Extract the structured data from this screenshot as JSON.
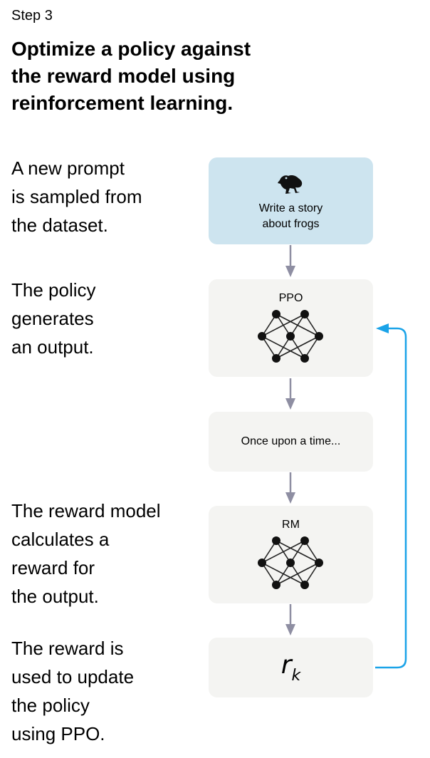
{
  "step_label": "Step 3",
  "title_lines": [
    "Optimize a policy against",
    "the reward model using",
    "reinforcement learning."
  ],
  "descriptions": [
    {
      "lines": [
        "A new prompt",
        "is sampled from",
        "the dataset."
      ]
    },
    {
      "lines": [
        "The policy",
        "generates",
        "an output."
      ]
    },
    {
      "lines": [
        "The reward model",
        "calculates a",
        "reward for",
        "the output."
      ]
    },
    {
      "lines": [
        "The reward is",
        "used to update",
        "the policy",
        "using PPO."
      ]
    }
  ],
  "boxes": {
    "prompt": {
      "icon": "frog-icon",
      "lines": [
        "Write a story",
        "about frogs"
      ]
    },
    "policy": {
      "label": "PPO",
      "icon": "neural-network-icon"
    },
    "output": {
      "label": "Once upon a time..."
    },
    "reward_model": {
      "label": "RM",
      "icon": "neural-network-icon"
    },
    "reward": {
      "symbol": "r",
      "subscript": "k"
    }
  },
  "colors": {
    "prompt_box": "#cde4ef",
    "box": "#f4f4f2",
    "arrow": "#8e8ea2",
    "feedback_arrow": "#1aa3e8"
  }
}
